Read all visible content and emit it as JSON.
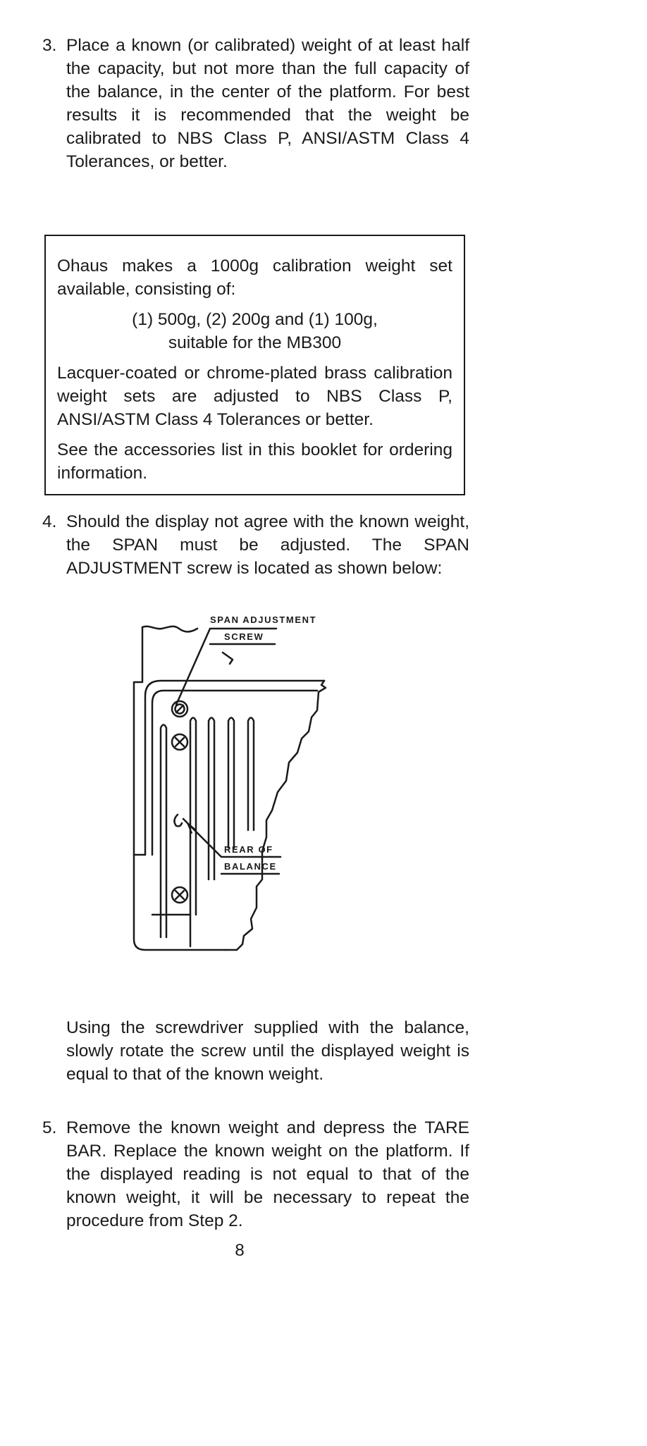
{
  "steps": [
    {
      "number": "3.",
      "text": "Place a known (or calibrated) weight of at least half the capacity, but not more than the full capacity of the balance, in the center of the platform. For best results it is recommended that the weight be calibrated to NBS Class P, ANSI/ASTM Class 4 Tolerances, or better."
    },
    {
      "number": "4.",
      "text": "Should the display not agree with the known weight, the SPAN must be adjusted. The SPAN ADJUSTMENT screw is located as shown below:"
    },
    {
      "number": "5.",
      "text": "Remove the known weight and depress the TARE BAR. Replace the known weight on the platform. If the displayed reading is not equal to that of the known weight, it will be necessary to repeat the procedure from Step 2."
    }
  ],
  "note_box": {
    "intro": "Ohaus makes a 1000g calibration weight set available, consisting of:",
    "set_line_1": "(1) 500g, (2) 200g and (1) 100g,",
    "set_line_2": "suitable for the MB300",
    "coating": "Lacquer-coated or chrome-plated brass calibration weight sets are adjusted to NBS Class P, ANSI/ASTM Class 4 Tolerances or better.",
    "accessories": "See the accessories list in this booklet for ordering information."
  },
  "figure": {
    "label_span_1": "SPAN ADJUSTMENT",
    "label_span_2": "SCREW",
    "label_rear_1": "REAR OF",
    "label_rear_2": "BALANCE"
  },
  "step4_continuation": "Using the screwdriver supplied with the balance, slowly rotate the screw until the displayed weight is equal to that of the known weight.",
  "page_number": "8"
}
